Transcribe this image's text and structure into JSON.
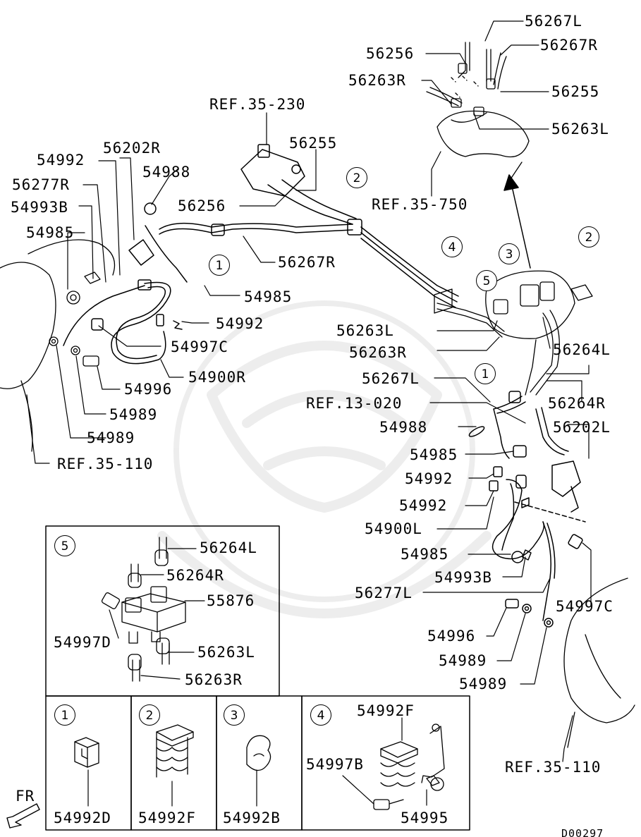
{
  "diagram_code": "D00297",
  "direction_label": "FR",
  "callouts": [
    {
      "id": "c-56267L-top",
      "text": "56267L"
    },
    {
      "id": "c-56256-top",
      "text": "56256"
    },
    {
      "id": "c-56267R-top",
      "text": "56267R"
    },
    {
      "id": "c-56263R-top",
      "text": "56263R"
    },
    {
      "id": "c-56255-top",
      "text": "56255"
    },
    {
      "id": "c-56263L-top",
      "text": "56263L"
    },
    {
      "id": "c-ref-35-230",
      "text": "REF.35-230"
    },
    {
      "id": "c-56255-mid",
      "text": "56255"
    },
    {
      "id": "c-56202R",
      "text": "56202R"
    },
    {
      "id": "c-54992-a",
      "text": "54992"
    },
    {
      "id": "c-54988-a",
      "text": "54988"
    },
    {
      "id": "c-56277R",
      "text": "56277R"
    },
    {
      "id": "c-56256-mid",
      "text": "56256"
    },
    {
      "id": "c-ref-35-750",
      "text": "REF.35-750"
    },
    {
      "id": "c-54993B-a",
      "text": "54993B"
    },
    {
      "id": "c-54985-a",
      "text": "54985"
    },
    {
      "id": "c-56267R-mid",
      "text": "56267R"
    },
    {
      "id": "c-54985-b",
      "text": "54985"
    },
    {
      "id": "c-54992-b",
      "text": "54992"
    },
    {
      "id": "c-56263L-mid",
      "text": "56263L"
    },
    {
      "id": "c-56264L-mid",
      "text": "56264L"
    },
    {
      "id": "c-54997C-a",
      "text": "54997C"
    },
    {
      "id": "c-56263R-mid",
      "text": "56263R"
    },
    {
      "id": "c-54900R",
      "text": "54900R"
    },
    {
      "id": "c-56267L-mid",
      "text": "56267L"
    },
    {
      "id": "c-54996-a",
      "text": "54996"
    },
    {
      "id": "c-56264R-mid",
      "text": "56264R"
    },
    {
      "id": "c-ref-13-020",
      "text": "REF.13-020"
    },
    {
      "id": "c-54989-a",
      "text": "54989"
    },
    {
      "id": "c-54988-b",
      "text": "54988"
    },
    {
      "id": "c-56202L",
      "text": "56202L"
    },
    {
      "id": "c-54989-b",
      "text": "54989"
    },
    {
      "id": "c-54985-c",
      "text": "54985"
    },
    {
      "id": "c-ref-35-110-a",
      "text": "REF.35-110"
    },
    {
      "id": "c-54992-c",
      "text": "54992"
    },
    {
      "id": "c-54992-d",
      "text": "54992"
    },
    {
      "id": "c-54900L",
      "text": "54900L"
    },
    {
      "id": "c-56264L-box",
      "text": "56264L"
    },
    {
      "id": "c-54985-d",
      "text": "54985"
    },
    {
      "id": "c-56264R-box",
      "text": "56264R"
    },
    {
      "id": "c-54993B-b",
      "text": "54993B"
    },
    {
      "id": "c-56277L",
      "text": "56277L"
    },
    {
      "id": "c-55876",
      "text": "55876"
    },
    {
      "id": "c-54997C-b",
      "text": "54997C"
    },
    {
      "id": "c-54996-b",
      "text": "54996"
    },
    {
      "id": "c-54997D",
      "text": "54997D"
    },
    {
      "id": "c-56263L-box",
      "text": "56263L"
    },
    {
      "id": "c-54989-c",
      "text": "54989"
    },
    {
      "id": "c-56263R-box",
      "text": "56263R"
    },
    {
      "id": "c-54989-d",
      "text": "54989"
    },
    {
      "id": "c-54992F-4",
      "text": "54992F"
    },
    {
      "id": "c-54997B",
      "text": "54997B"
    },
    {
      "id": "c-ref-35-110-b",
      "text": "REF.35-110"
    },
    {
      "id": "c-54992D",
      "text": "54992D"
    },
    {
      "id": "c-54992F",
      "text": "54992F"
    },
    {
      "id": "c-54992B",
      "text": "54992B"
    },
    {
      "id": "c-54995",
      "text": "54995"
    }
  ],
  "circled_numbers": [
    {
      "id": "n2-main",
      "text": "2"
    },
    {
      "id": "n2-right",
      "text": "2"
    },
    {
      "id": "n4-main",
      "text": "4"
    },
    {
      "id": "n3-main",
      "text": "3"
    },
    {
      "id": "n1-left",
      "text": "1"
    },
    {
      "id": "n5-main",
      "text": "5"
    },
    {
      "id": "n1-right",
      "text": "1"
    },
    {
      "id": "n5-box",
      "text": "5"
    },
    {
      "id": "n1-box",
      "text": "1"
    },
    {
      "id": "n2-box",
      "text": "2"
    },
    {
      "id": "n3-box",
      "text": "3"
    },
    {
      "id": "n4-box",
      "text": "4"
    }
  ]
}
